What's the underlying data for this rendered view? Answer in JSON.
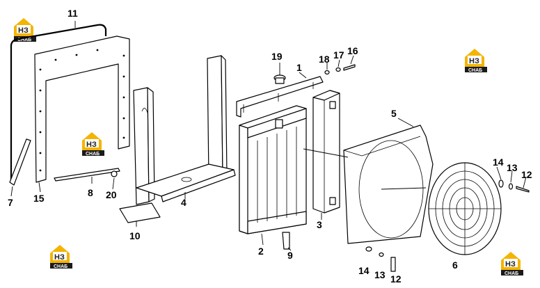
{
  "watermark": {
    "letters": "НЗ",
    "caption": "СНАБ",
    "badge_color": "#f4b400",
    "caption_bg": "#1a1a1a"
  },
  "callouts": {
    "c1": "1",
    "c2": "2",
    "c3": "3",
    "c4": "4",
    "c5": "5",
    "c6": "6",
    "c7": "7",
    "c8": "8",
    "c9": "9",
    "c10": "10",
    "c11": "11",
    "c12a": "12",
    "c12b": "12",
    "c13a": "13",
    "c13b": "13",
    "c14a": "14",
    "c14b": "14",
    "c15": "15",
    "c16": "16",
    "c17": "17",
    "c18": "18",
    "c19": "19",
    "c20": "20"
  }
}
